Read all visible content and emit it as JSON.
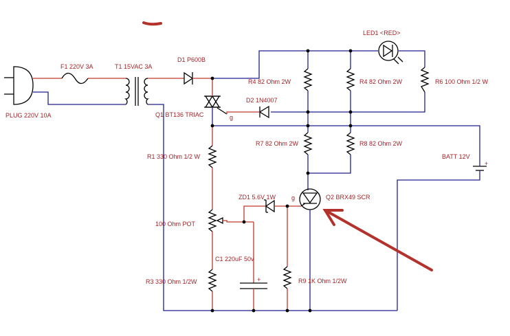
{
  "colors": {
    "wire_primary": "#c0392b",
    "wire_secondary": "#1f1f8f",
    "label": "#a0242a",
    "annotation": "#b3322c",
    "component": "#000000"
  },
  "labels": {
    "plug": "PLUG 220V 10A",
    "fuse": "F1 220V 3A",
    "transformer": "T1 15VAC 3A",
    "diode1": "D1 P600B",
    "triac": "Q1 BT136 TRIAC",
    "triac_gate": "g",
    "diode2": "D2 1N4007",
    "r4a": "R4 82 Ohm 2W",
    "r4b": "R4 82 Ohm 2W",
    "led": "LED1 <RED>",
    "r6": "R6 100 Ohm 1/2 W",
    "r7": "R7 82 Ohm 2W",
    "r8": "R8 82 Ohm 2W",
    "batt": "BATT 12V",
    "batt_plus": "+",
    "r1": "R1 330 Ohm 1/2 W",
    "zd1": "ZD1 5.6V 1W",
    "scr_gate": "g",
    "scr": "Q2 BRX49 SCR",
    "pot": "100 Ohm POT",
    "c1": "C1 220uF 50v",
    "c1_plus": "+",
    "r3": "R3 330 Ohm 1/2W",
    "r9": "R9 1K Ohm 1/2W"
  }
}
